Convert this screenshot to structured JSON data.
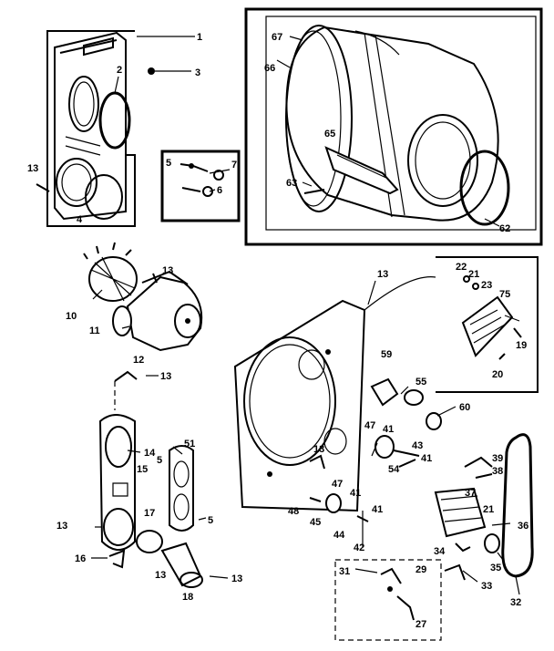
{
  "callouts": {
    "c1": "1",
    "c2": "2",
    "c3": "3",
    "c4": "4",
    "c5": "5",
    "c6": "6",
    "c7": "7",
    "c10": "10",
    "c11": "11",
    "c12": "12",
    "c13a": "13",
    "c13b": "13",
    "c13c": "13",
    "c13d": "13",
    "c13e": "13",
    "c13f": "13",
    "c13g": "13",
    "c13h": "13",
    "c14": "14",
    "c15": "15",
    "c16": "16",
    "c17": "17",
    "c18": "18",
    "c19": "19",
    "c20": "20",
    "c21": "21",
    "c21b": "21",
    "c22": "22",
    "c23": "23",
    "c27": "27",
    "c29": "29",
    "c31": "31",
    "c32": "32",
    "c33": "33",
    "c34": "34",
    "c35": "35",
    "c36": "36",
    "c37": "37",
    "c38": "38",
    "c39": "39",
    "c41a": "41",
    "c41b": "41",
    "c41c": "41",
    "c41d": "41",
    "c42": "42",
    "c43": "43",
    "c44": "44",
    "c45": "45",
    "c47a": "47",
    "c47b": "47",
    "c48": "48",
    "c5b": "5",
    "c5c": "5",
    "c51": "51",
    "c54": "54",
    "c55": "55",
    "c59": "59",
    "c60": "60",
    "c62": "62",
    "c63": "63",
    "c65": "65",
    "c66": "66",
    "c67": "67",
    "c75": "75"
  }
}
